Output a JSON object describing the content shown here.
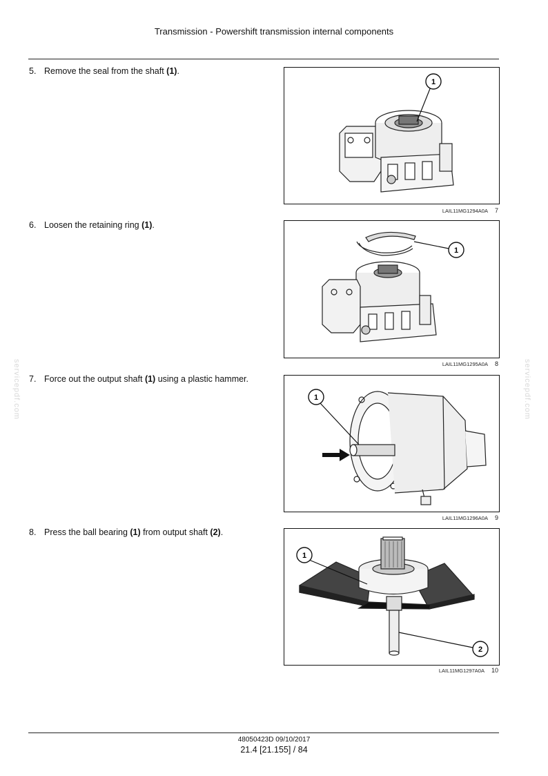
{
  "header": {
    "title": "Transmission - Powershift transmission internal components"
  },
  "steps": [
    {
      "number": "5.",
      "text_before": "Remove the seal from the shaft ",
      "ref1": "(1)",
      "text_mid": ".",
      "ref2": "",
      "text_after": ""
    },
    {
      "number": "6.",
      "text_before": "Loosen the retaining ring ",
      "ref1": "(1)",
      "text_mid": ".",
      "ref2": "",
      "text_after": ""
    },
    {
      "number": "7.",
      "text_before": "Force out the output shaft ",
      "ref1": "(1)",
      "text_mid": " using a plastic hammer.",
      "ref2": "",
      "text_after": ""
    },
    {
      "number": "8.",
      "text_before": "Press the ball bearing ",
      "ref1": "(1)",
      "text_mid": " from output shaft ",
      "ref2": "(2)",
      "text_after": "."
    }
  ],
  "figures": [
    {
      "code": "LAIL11MG1294A0A",
      "number": "7",
      "callouts": [
        "1"
      ]
    },
    {
      "code": "LAIL11MG1295A0A",
      "number": "8",
      "callouts": [
        "1"
      ]
    },
    {
      "code": "LAIL11MG1296A0A",
      "number": "9",
      "callouts": [
        "1"
      ]
    },
    {
      "code": "LAIL11MG1297A0A",
      "number": "10",
      "callouts": [
        "1",
        "2"
      ]
    }
  ],
  "footer": {
    "doc_code": "48050423D 09/10/2017",
    "page": "21.4 [21.155] / 84"
  },
  "watermark": {
    "text": "servicepdf.com"
  }
}
